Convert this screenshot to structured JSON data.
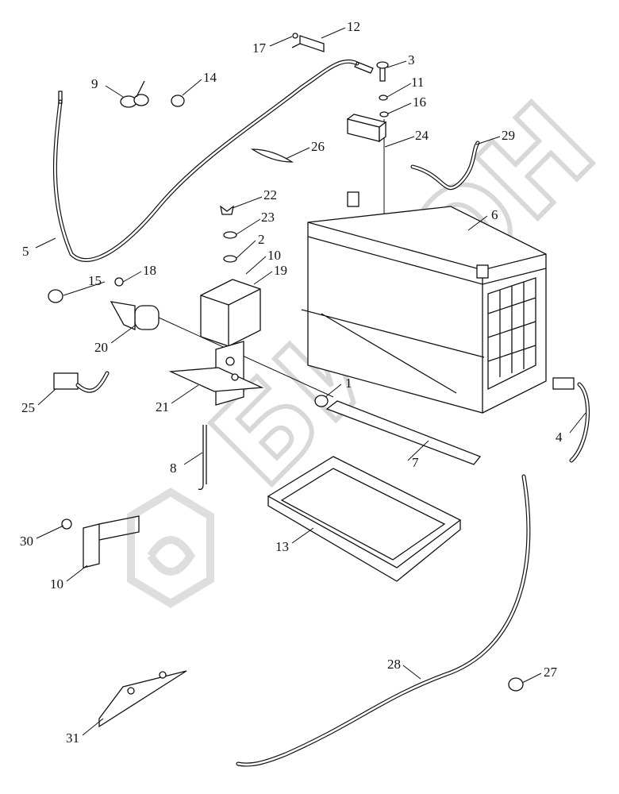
{
  "diagram": {
    "watermark_text": "БИЗОН",
    "callouts": [
      "17",
      "12",
      "3",
      "11",
      "16",
      "9",
      "14",
      "24",
      "29",
      "26",
      "22",
      "23",
      "6",
      "2",
      "10",
      "19",
      "5",
      "18",
      "15",
      "20",
      "1",
      "25",
      "21",
      "4",
      "8",
      "7",
      "13",
      "30",
      "10",
      "28",
      "27",
      "31"
    ]
  }
}
